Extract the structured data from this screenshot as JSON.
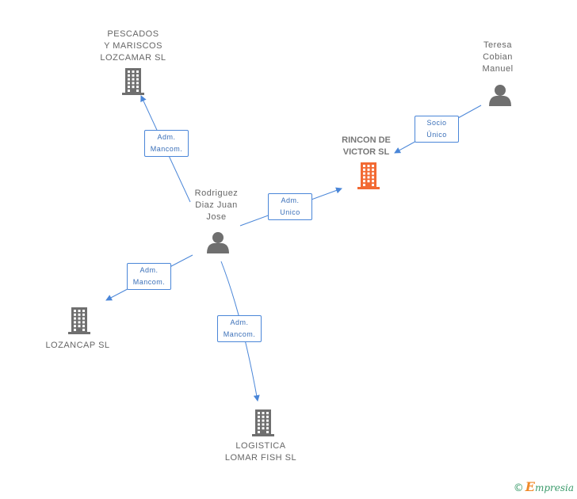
{
  "colors": {
    "edge": "#4a86d8",
    "node_default": "#6f6f6f",
    "node_focus": "#f26a33",
    "label": "#666666"
  },
  "nodes": [
    {
      "id": "pescados",
      "type": "company",
      "label": "PESCADOS\nY MARISCOS\nLOZCAMAR SL",
      "focus": false
    },
    {
      "id": "teresa",
      "type": "person",
      "label": "Teresa\nCobian\nManuel",
      "focus": false
    },
    {
      "id": "rincon",
      "type": "company",
      "label": "RINCON DE\nVICTOR SL",
      "focus": true
    },
    {
      "id": "rodriguez",
      "type": "person",
      "label": "Rodriguez\nDiaz Juan\nJose",
      "focus": false
    },
    {
      "id": "lozancap",
      "type": "company",
      "label": "LOZANCAP SL",
      "focus": false
    },
    {
      "id": "logistica",
      "type": "company",
      "label": "LOGISTICA\nLOMAR FISH SL",
      "focus": false
    }
  ],
  "edges": [
    {
      "from": "rodriguez",
      "to": "pescados",
      "label": "Adm.\nMancom."
    },
    {
      "from": "teresa",
      "to": "rincon",
      "label": "Socio\nÚnico"
    },
    {
      "from": "rodriguez",
      "to": "rincon",
      "label": "Adm.\nUnico"
    },
    {
      "from": "rodriguez",
      "to": "lozancap",
      "label": "Adm.\nMancom."
    },
    {
      "from": "rodriguez",
      "to": "logistica",
      "label": "Adm.\nMancom."
    }
  ],
  "brand": {
    "copyright": "©",
    "name_initial": "E",
    "name_rest": "mpresia"
  }
}
